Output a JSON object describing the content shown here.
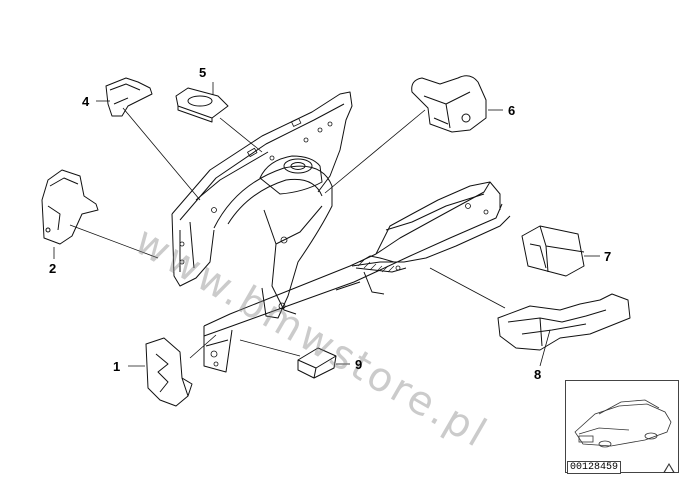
{
  "diagram": {
    "callouts": [
      "1",
      "2",
      "4",
      "5",
      "6",
      "7",
      "8",
      "9"
    ],
    "watermark": "www.bmwstore.pl",
    "reference_code": "00128459"
  }
}
